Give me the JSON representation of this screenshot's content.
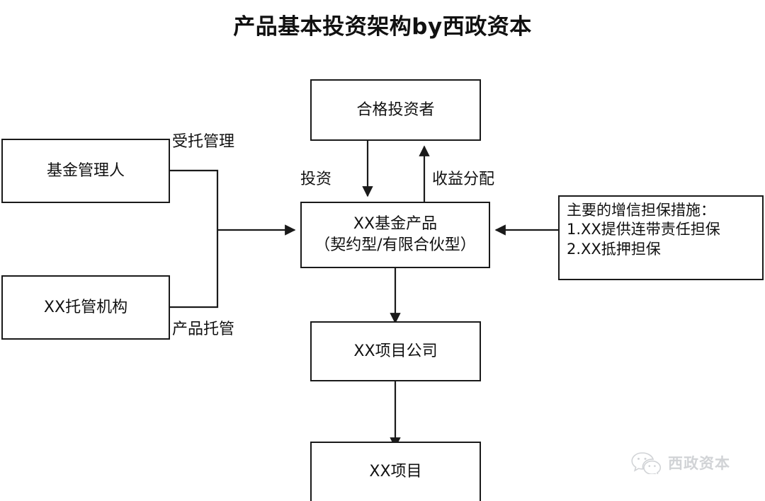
{
  "title": "产品基本投资架构by西政资本",
  "nodes": {
    "fund_manager": "基金管理人",
    "custodian": "XX托管机构",
    "qualified_investor": "合格投资者",
    "fund_product": "XX基金产品\n（契约型/有限合伙型）",
    "credit_enhancement": "主要的增信担保措施：\n1.XX提供连带责任担保\n2.XX抵押担保",
    "project_company": "XX项目公司",
    "project": "XX项目"
  },
  "edge_labels": {
    "entrusted_management": "受托管理",
    "product_custody": "产品托管",
    "investment": "投资",
    "profit_distribution": "收益分配"
  },
  "watermark": {
    "text": "西政资本",
    "icon": "wechat-icon"
  },
  "colors": {
    "stroke": "#1a1a1a",
    "text": "#111111",
    "background": "#ffffff",
    "watermark": "#9aa0a6"
  }
}
